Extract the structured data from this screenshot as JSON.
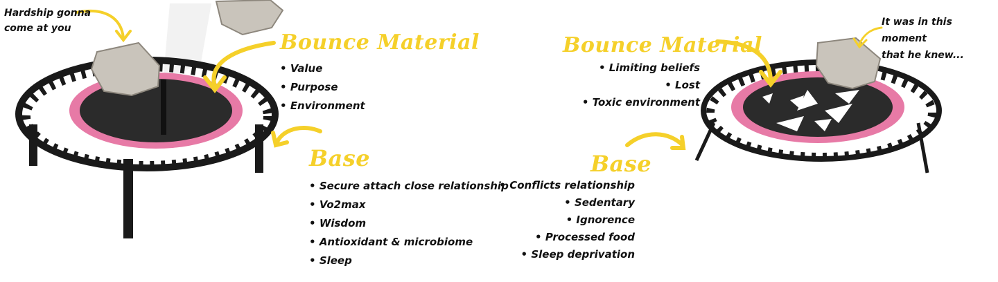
{
  "left": {
    "note": [
      "Hardship gonna",
      "come at you"
    ],
    "bounce": {
      "title": "Bounce Material",
      "items": [
        "Value",
        "Purpose",
        "Environment"
      ]
    },
    "base": {
      "title": "Base",
      "items": [
        "Secure attach close relationship",
        "Vo2max",
        "Wisdom",
        "Antioxidant & microbiome",
        "Sleep"
      ]
    }
  },
  "right": {
    "note": [
      "It was in this moment",
      "that he knew..."
    ],
    "bounce": {
      "title": "Bounce Material",
      "items": [
        "Limiting beliefs",
        "Lost",
        "Toxic environment"
      ]
    },
    "base": {
      "title": "Base",
      "items": [
        "Conflicts relationship",
        "Sedentary",
        "Ignorence",
        "Processed food",
        "Sleep deprivation"
      ]
    }
  },
  "colors": {
    "accent_yellow": "#f5d02a",
    "trampoline_pad": "#e77aa6",
    "trampoline_frame": "#1a1a1a",
    "mat": "#2b2b2b",
    "rock": "#c9c4bb"
  }
}
